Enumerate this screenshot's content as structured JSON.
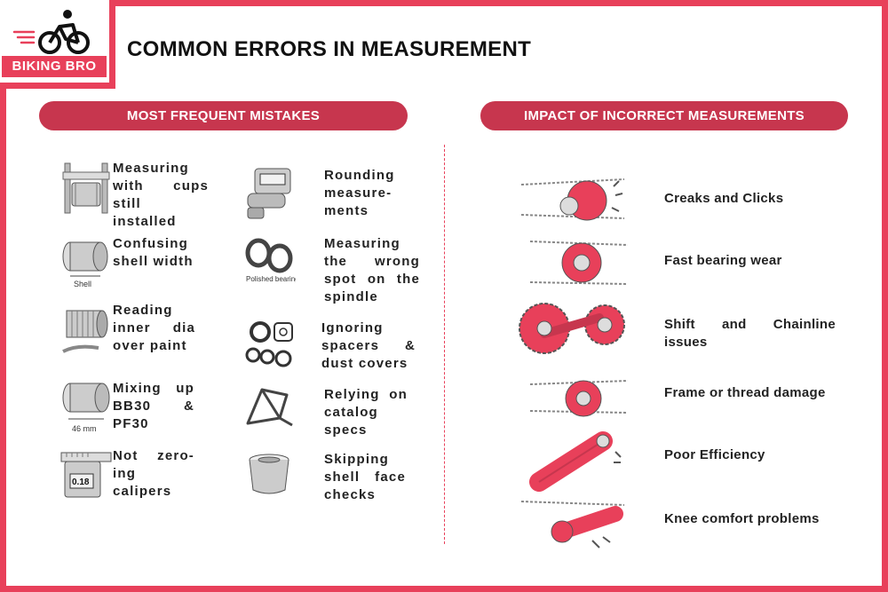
{
  "brand": {
    "name": "BIKING BRO",
    "accent": "#e8405a",
    "pill": "#c7364e"
  },
  "title": "COMMON ERRORS IN MEASUREMENT",
  "left_section": {
    "title": "MOST FREQUENT MISTAKES",
    "items": [
      {
        "label": "Measuring with cups still installed",
        "icon": "caliper-cups-icon"
      },
      {
        "label": "Confusing shell width",
        "icon": "bb-shell-icon",
        "caption": "Shell"
      },
      {
        "label": "Reading inner dia over paint",
        "icon": "threaded-cup-icon"
      },
      {
        "label": "Mixing up BB30 & PF30",
        "icon": "press-fit-shell-icon",
        "caption": "46 mm"
      },
      {
        "label": "Not zero-ing calipers",
        "icon": "digital-caliper-icon",
        "caption": "0.18"
      },
      {
        "label": "Rounding measure-ments",
        "icon": "digital-gauge-icon"
      },
      {
        "label": "Measuring the wrong spot on the spindle",
        "icon": "bearing-rings-icon",
        "caption": "Polished bearing journal"
      },
      {
        "label": "Ignoring spacers & dust covers",
        "icon": "spacers-icon"
      },
      {
        "label": "Relying on catalog specs",
        "icon": "frame-icon"
      },
      {
        "label": "Skipping shell face checks",
        "icon": "shell-face-icon"
      }
    ]
  },
  "right_section": {
    "title": "IMPACT OF INCORRECT MEASUREMENTS",
    "items": [
      {
        "label": "Creaks and Clicks",
        "icon": "creaking-crank-icon"
      },
      {
        "label": "Fast bearing wear",
        "icon": "bearing-wear-icon"
      },
      {
        "label": "Shift and Chainline issues",
        "icon": "chainline-icon"
      },
      {
        "label": "Frame or thread damage",
        "icon": "thread-damage-icon"
      },
      {
        "label": "Poor Efficiency",
        "icon": "crank-arm-icon"
      },
      {
        "label": "Knee comfort problems",
        "icon": "pedal-stroke-icon"
      }
    ]
  }
}
